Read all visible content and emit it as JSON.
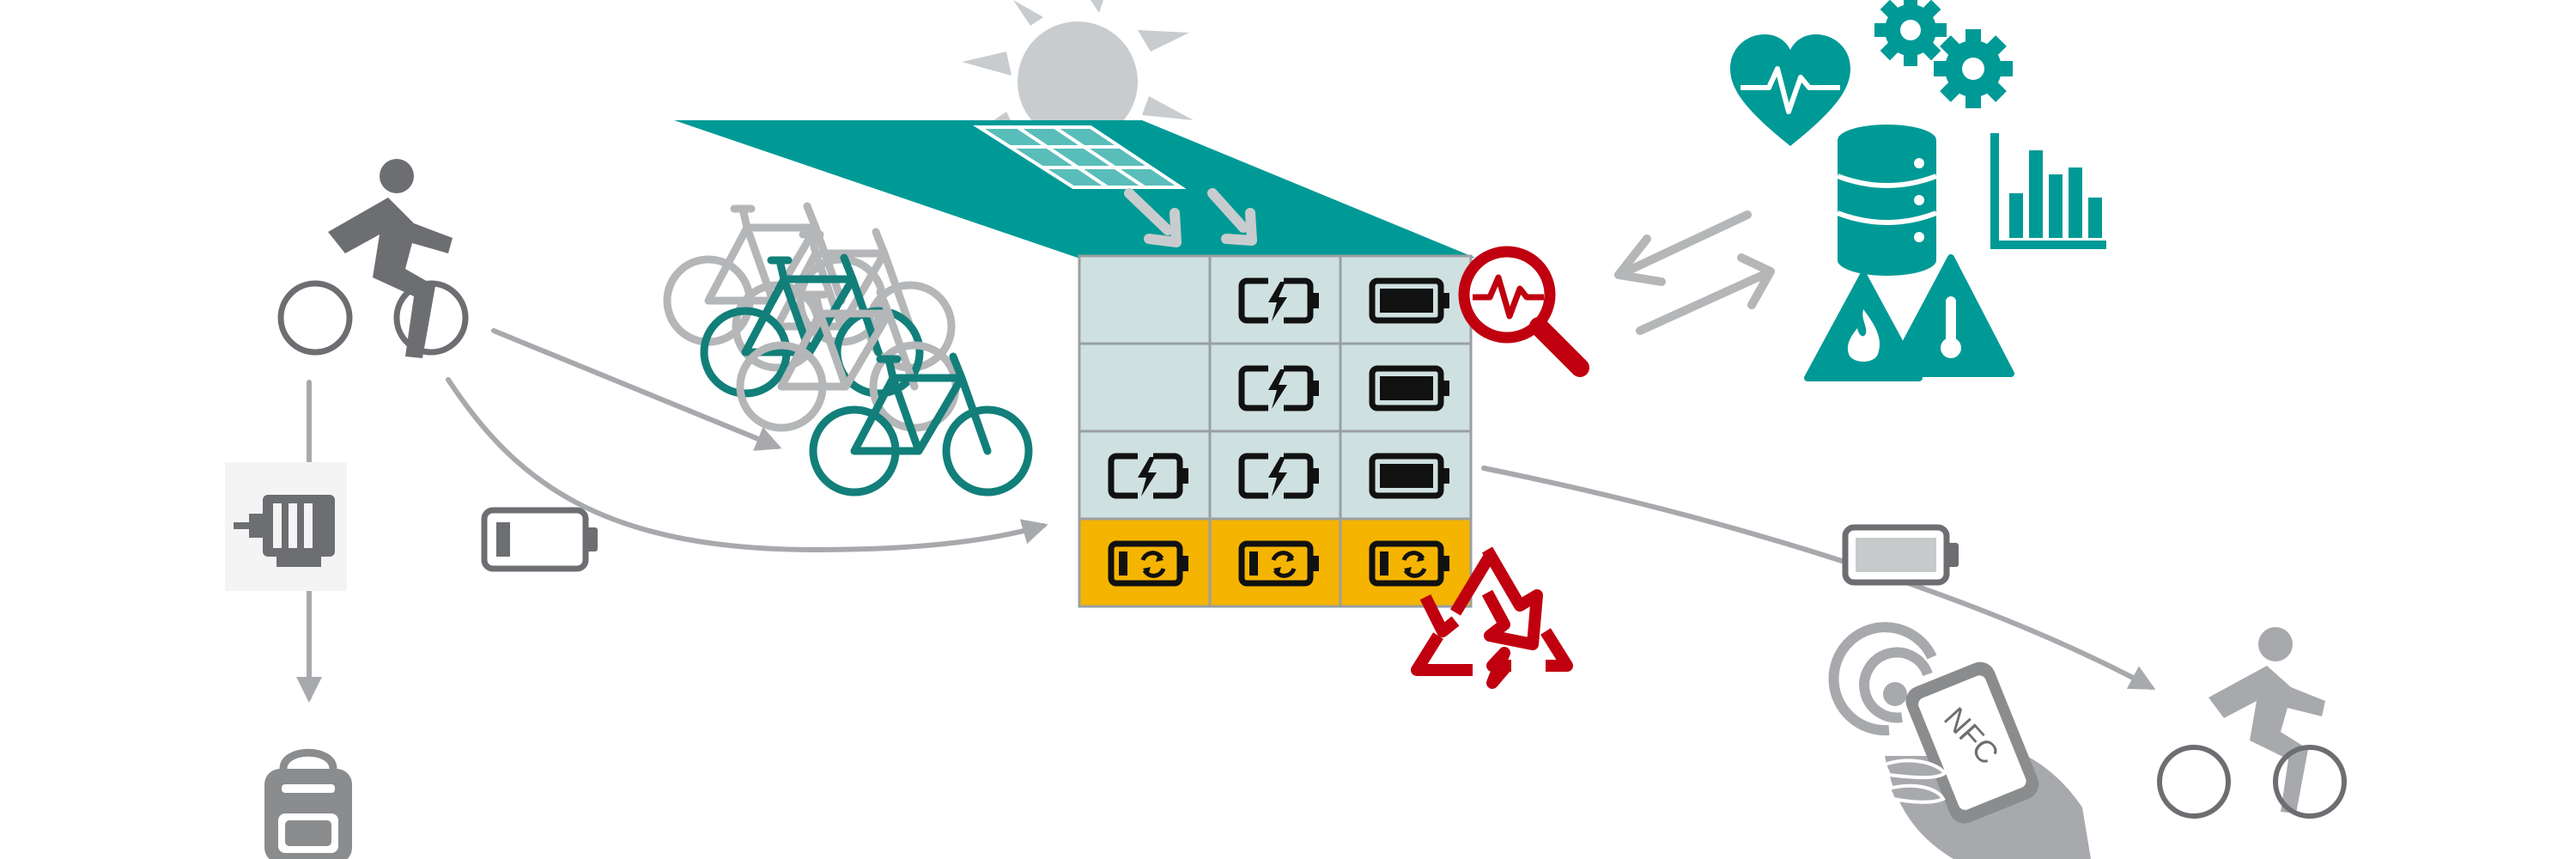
{
  "colors": {
    "teal": "#009a96",
    "grey": "#a7a9ac",
    "dark_grey": "#6d6e71",
    "light_grey": "#c7cacb",
    "cell_blue": "#cfe0e0",
    "yellow": "#f5b400",
    "red": "#c0000f",
    "black": "#111111"
  },
  "icons": {
    "cyclist_left": "cyclist-icon",
    "motor": "electric-motor-icon",
    "backpack": "backpack-icon",
    "battery_low": "battery-low-icon",
    "bike_rack": "parked-bicycles-icon",
    "sun": "sun-icon",
    "solar_panel": "solar-panel-icon",
    "station": "battery-storage-cabinet",
    "charging": "battery-charging-icon",
    "full": "battery-full-icon",
    "swap": "battery-swap-icon",
    "monitor": "diagnostics-magnifier-icon",
    "recycle": "recycle-icon",
    "exchange_arrows": "data-exchange-arrows-icon",
    "health": "heart-pulse-icon",
    "gears": "gears-icon",
    "database": "database-icon",
    "chart": "bar-chart-icon",
    "fire_warning": "fire-warning-icon",
    "temperature_warning": "temperature-warning-icon",
    "battery_full_out": "battery-full-icon",
    "nfc_phone": "nfc-phone-icon",
    "cyclist_right": "cyclist-icon"
  },
  "grid": {
    "rows": [
      [
        "empty",
        "charging",
        "full"
      ],
      [
        "empty",
        "charging",
        "full"
      ],
      [
        "charging",
        "charging",
        "full"
      ],
      [
        "swap",
        "swap",
        "swap"
      ]
    ]
  },
  "nfc": {
    "label": "NFC"
  }
}
